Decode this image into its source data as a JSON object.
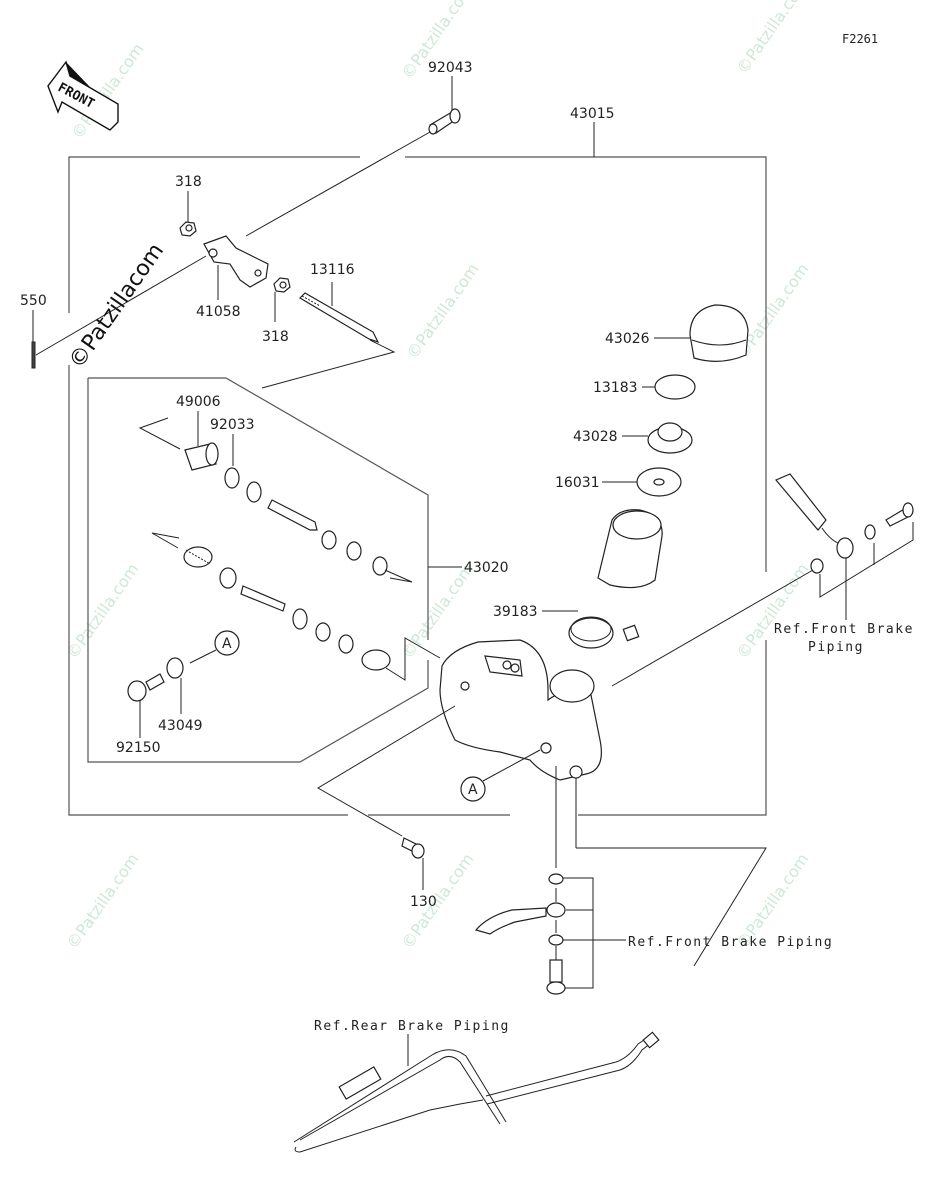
{
  "figure_id": "F2261",
  "front_indicator": "FRONT",
  "watermark": "©Patzilla.com",
  "watermark_short": "©Patzillacom",
  "callout_marker": "A",
  "parts": {
    "p92043": "92043",
    "p43015": "43015",
    "p318_top": "318",
    "p318_bottom": "318",
    "p41058": "41058",
    "p13116": "13116",
    "p550": "550",
    "p49006": "49006",
    "p92033": "92033",
    "p43020": "43020",
    "p43049": "43049",
    "p92150": "92150",
    "p43026": "43026",
    "p13183": "13183",
    "p43028": "43028",
    "p16031": "16031",
    "p39183": "39183",
    "p130": "130"
  },
  "references": {
    "front_brake_right_line1": "Ref.Front Brake",
    "front_brake_right_line2": "Piping",
    "front_brake_bottom": "Ref.Front Brake Piping",
    "rear_brake": "Ref.Rear Brake Piping"
  }
}
